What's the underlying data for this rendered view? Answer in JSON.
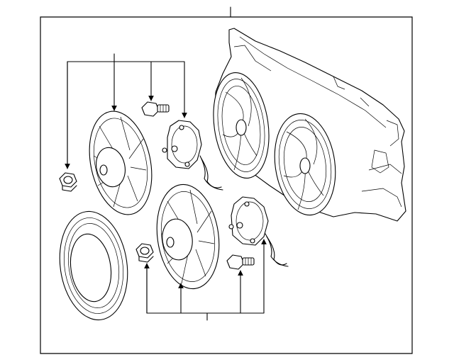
{
  "diagram": {
    "parts": [
      {
        "id": "shroud-assembly",
        "label": ""
      },
      {
        "id": "fan-blade-upper",
        "label": ""
      },
      {
        "id": "fan-blade-lower",
        "label": ""
      },
      {
        "id": "fan-motor-upper",
        "label": ""
      },
      {
        "id": "fan-motor-lower",
        "label": ""
      },
      {
        "id": "shroud-ring",
        "label": ""
      },
      {
        "id": "nut-upper",
        "label": ""
      },
      {
        "id": "nut-lower",
        "label": ""
      },
      {
        "id": "bolt-upper",
        "label": ""
      },
      {
        "id": "bolt-lower",
        "label": ""
      }
    ],
    "callouts": [
      {
        "id": "callout-top",
        "targets": 1
      },
      {
        "id": "callout-upper-group",
        "targets": 4
      },
      {
        "id": "callout-lower-group",
        "targets": 4
      }
    ]
  },
  "colors": {
    "line": "#000000",
    "background": "#ffffff"
  }
}
